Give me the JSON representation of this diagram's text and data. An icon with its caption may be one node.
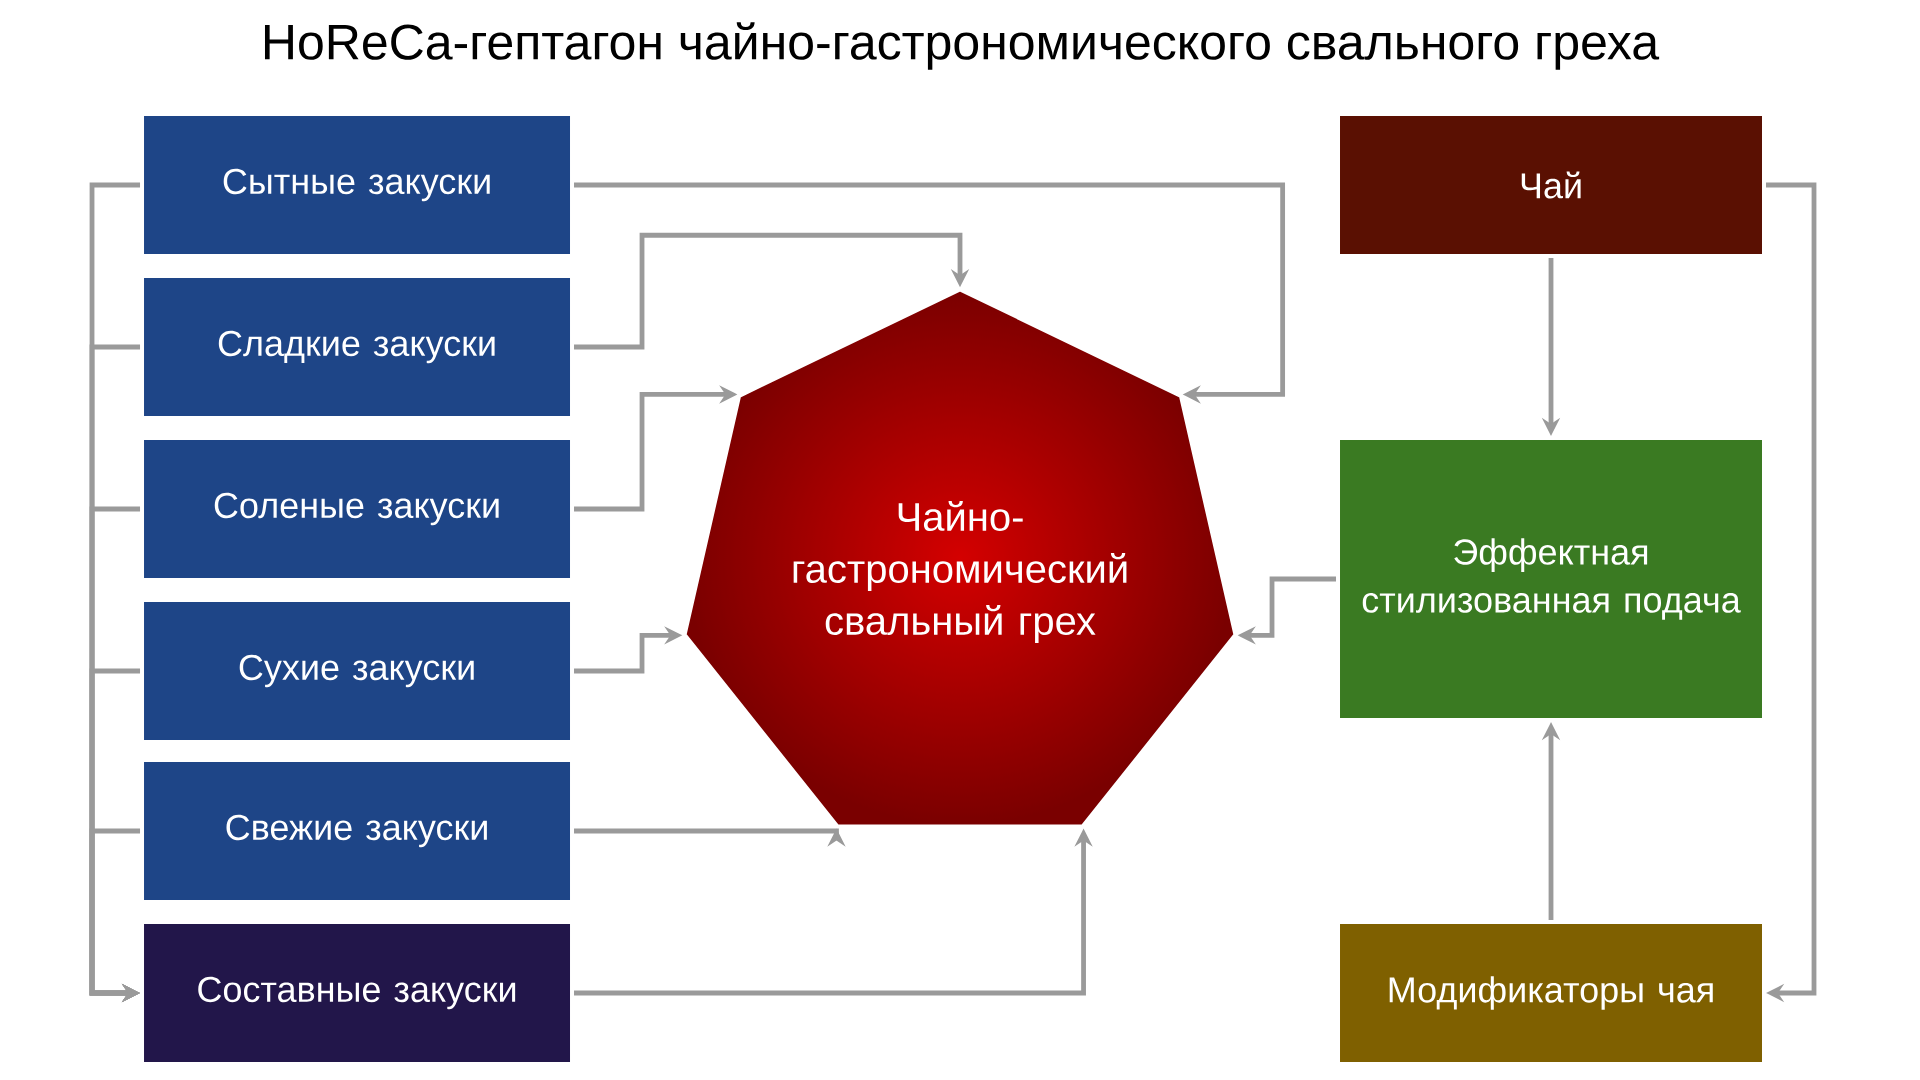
{
  "diagram": {
    "title": "HoReCa-гептагон чайно-гастрономического свального греха",
    "nodes": [
      {
        "text": [
          "Сытные закуски"
        ]
      },
      {
        "text": [
          "Сладкие закуски"
        ]
      },
      {
        "text": [
          "Соленые закуски"
        ]
      },
      {
        "text": [
          "Сухие закуски"
        ]
      },
      {
        "text": [
          "Свежие закуски"
        ]
      },
      {
        "text": [
          "Составные закуски"
        ]
      },
      {
        "text": [
          "Чайно-гастрономический свальный грех"
        ]
      },
      {
        "text": [
          "Чай"
        ]
      },
      {
        "text": [
          "Эффектная стилизованная подача"
        ]
      },
      {
        "text": [
          "Модификаторы чая"
        ]
      }
    ],
    "edges": [
      {
        "from": 0,
        "to": 5,
        "arrow": "to"
      },
      {
        "from": 1,
        "to": 5,
        "arrow": "to"
      },
      {
        "from": 2,
        "to": 5,
        "arrow": "to"
      },
      {
        "from": 3,
        "to": 5,
        "arrow": "to"
      },
      {
        "from": 4,
        "to": 5,
        "arrow": "to"
      },
      {
        "from": 0,
        "to": 6,
        "arrow": "to"
      },
      {
        "from": 1,
        "to": 6,
        "arrow": "to"
      },
      {
        "from": 2,
        "to": 6,
        "arrow": "to"
      },
      {
        "from": 3,
        "to": 6,
        "arrow": "to"
      },
      {
        "from": 4,
        "to": 6,
        "arrow": "to"
      },
      {
        "from": 5,
        "to": 6,
        "arrow": "to"
      },
      {
        "from": 7,
        "to": 8,
        "arrow": "to"
      },
      {
        "from": 9,
        "to": 8,
        "arrow": "to"
      },
      {
        "from": 8,
        "to": 6,
        "arrow": "to"
      },
      {
        "from": 7,
        "to": 9,
        "arrow": "to"
      }
    ]
  }
}
